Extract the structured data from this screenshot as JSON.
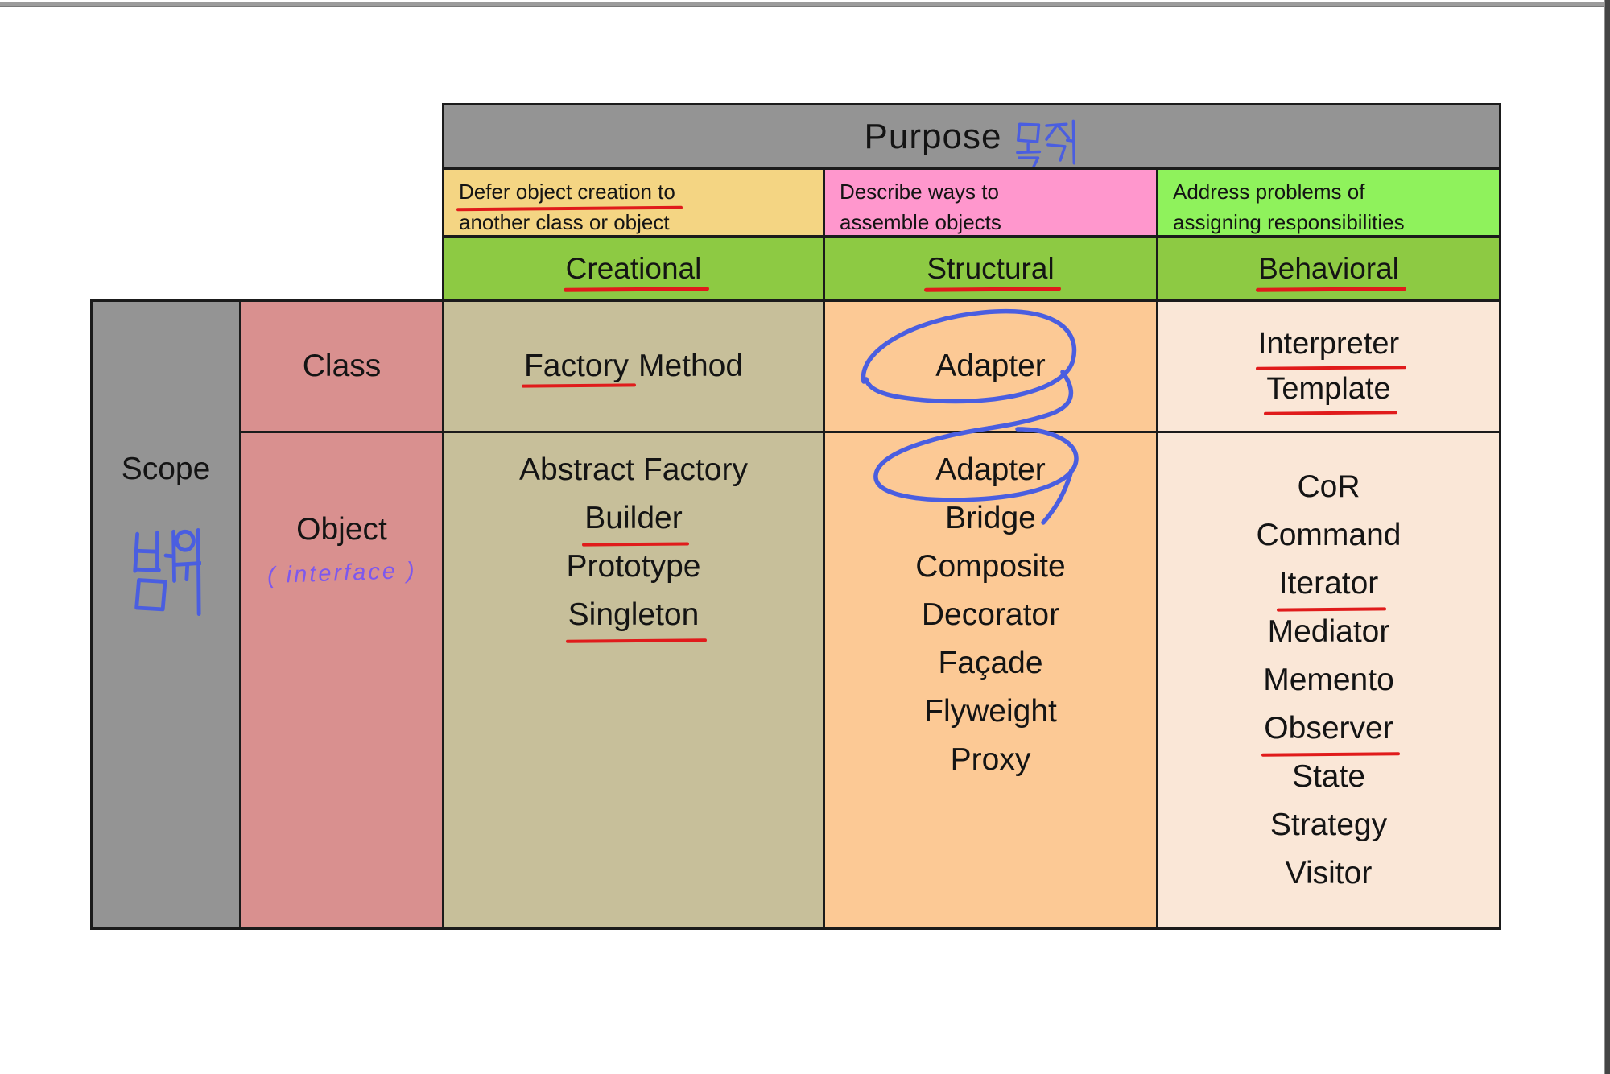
{
  "purpose": {
    "label": "Purpose",
    "korean_note": "목적"
  },
  "descriptions": {
    "creational": {
      "lines": [
        "Defer object creation to",
        "another class or object"
      ]
    },
    "structural": {
      "lines": [
        "Describe ways to",
        "assemble objects"
      ]
    },
    "behavioral": {
      "lines": [
        "Address problems of",
        "assigning responsibilities"
      ]
    }
  },
  "categories": {
    "creational": "Creational",
    "structural": "Structural",
    "behavioral": "Behavioral"
  },
  "scope": {
    "label": "Scope",
    "korean_note": "범위"
  },
  "row_headers": {
    "class": "Class",
    "object": "Object",
    "object_note": "( interface )"
  },
  "cells": {
    "class_creational": {
      "underlined_word": "Factory",
      "rest": "Method"
    },
    "class_structural": {
      "text": "Adapter",
      "circled": true
    },
    "class_behavioral": [
      {
        "text": "Interpreter",
        "underline": true
      },
      {
        "text": "Template",
        "underline": true
      }
    ],
    "object_creational": [
      {
        "text": "Abstract Factory",
        "underline": false
      },
      {
        "text": "Builder",
        "underline": true
      },
      {
        "text": "Prototype",
        "underline": false
      },
      {
        "text": "Singleton",
        "underline": true
      }
    ],
    "object_structural": [
      {
        "text": "Adapter",
        "underline": false,
        "circled": true
      },
      {
        "text": "Bridge",
        "underline": false
      },
      {
        "text": "Composite",
        "underline": false
      },
      {
        "text": "Decorator",
        "underline": false
      },
      {
        "text": "Façade",
        "underline": false
      },
      {
        "text": "Flyweight",
        "underline": false
      },
      {
        "text": "Proxy",
        "underline": false
      }
    ],
    "object_behavioral": [
      {
        "text": "CoR",
        "underline": false
      },
      {
        "text": "Command",
        "underline": false
      },
      {
        "text": "Iterator",
        "underline": true
      },
      {
        "text": "Mediator",
        "underline": false
      },
      {
        "text": "Memento",
        "underline": false
      },
      {
        "text": "Observer",
        "underline": true
      },
      {
        "text": "State",
        "underline": false
      },
      {
        "text": "Strategy",
        "underline": false
      },
      {
        "text": "Visitor",
        "underline": false
      }
    ]
  },
  "colors": {
    "border": "#1b1b1b",
    "gray": "#949494",
    "yellow": "#f4d583",
    "pink_bright": "#ff97cd",
    "green_bright": "#8ff25c",
    "green_header": "#8dca43",
    "olive": "#c7bf9a",
    "orange": "#fcc995",
    "peach": "#fae7d7",
    "rose": "#d9908f",
    "pen_blue": "#4a5ee0",
    "pen_purple": "#7d58ee",
    "pen_red": "#e01b1b"
  }
}
